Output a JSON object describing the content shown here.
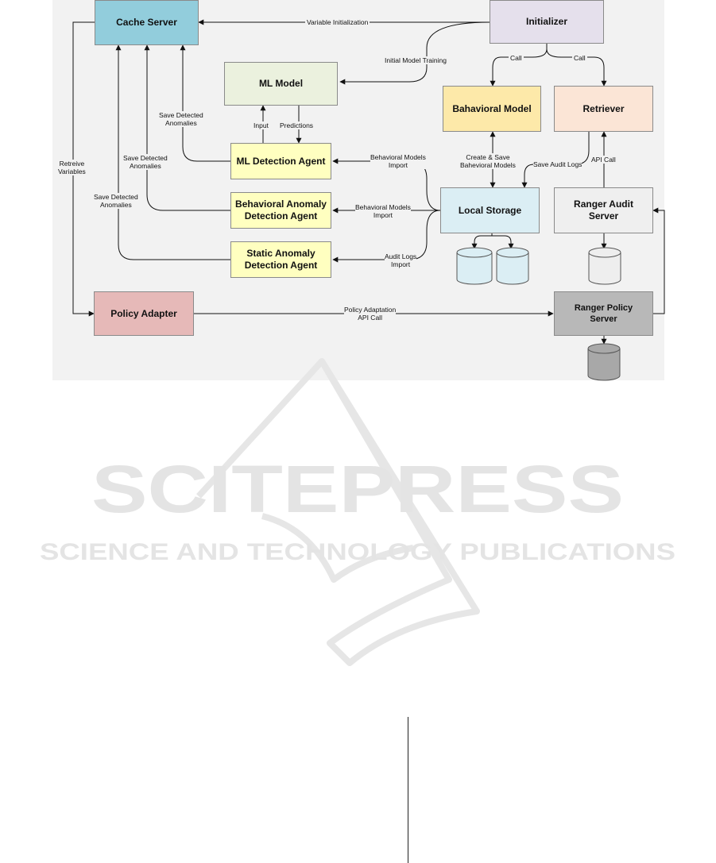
{
  "nodes": {
    "cache_server": "Cache Server",
    "initializer": "Initializer",
    "ml_model": "ML Model",
    "behavioral_model": "Bahavioral Model",
    "retriever": "Retriever",
    "ml_detection_agent": "ML Detection Agent",
    "behavioral_anomaly_agent": [
      "Behavioral Anomaly",
      "Detection Agent"
    ],
    "static_anomaly_agent": [
      "Static Anomaly",
      "Detection Agent"
    ],
    "local_storage": "Local Storage",
    "ranger_audit_server": [
      "Ranger Audit",
      "Server"
    ],
    "policy_adapter": "Policy Adapter",
    "ranger_policy_server": [
      "Ranger Policy",
      "Server"
    ]
  },
  "edge_labels": {
    "variable_initialization": "Variable Initialization",
    "initial_model_training": "Initial Model Training",
    "call_left": "Call",
    "call_right": "Call",
    "save_detected_anomalies_ml": [
      "Save Detected",
      "Anomalies"
    ],
    "save_detected_anomalies_behavioral": [
      "Save Detected",
      "Anomalies"
    ],
    "save_detected_anomalies_static": [
      "Save Detected",
      "Anomalies"
    ],
    "input": "Input",
    "predictions": "Predictions",
    "retreive_variables": [
      "Retreive",
      "Variables"
    ],
    "behavioral_models_import_ml": [
      "Behavioral Models",
      "Import"
    ],
    "behavioral_models_import_ba": [
      "Behavioral Models",
      "Import"
    ],
    "audit_logs_import": [
      "Audit Logs",
      "Import"
    ],
    "create_save_behavioral_models": [
      "Create & Save",
      "Bahevioral Models"
    ],
    "save_audit_logs": "Save Audit Logs",
    "api_call": "API Call",
    "policy_adaptation_api_call": [
      "Policy Adaptation",
      "API Call"
    ]
  },
  "watermark": {
    "brand": "SCITEPRESS",
    "tagline": "SCIENCE AND TECHNOLOGY PUBLICATIONS"
  },
  "colors": {
    "cache_server": "#92cddc",
    "initializer": "#e5e0ec",
    "ml_model": "#ebf1de",
    "behavioral_model": "#fde9a9",
    "retriever": "#fbe5d6",
    "agents": "#ffffc0",
    "local_storage": "#dbeef4",
    "ranger_audit_server": "#efefef",
    "policy_adapter": "#e6b9b8",
    "ranger_policy_server": "#b8b8b8",
    "figure_background": "#f2f2f2"
  }
}
